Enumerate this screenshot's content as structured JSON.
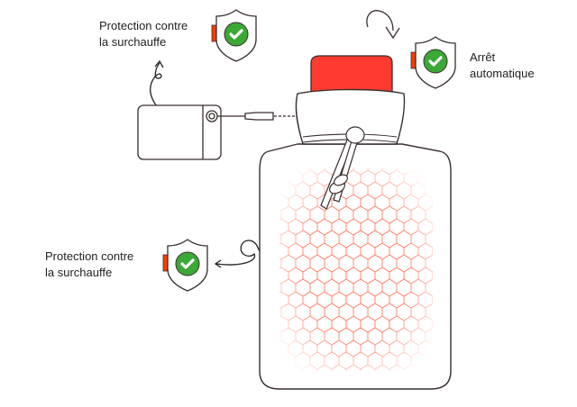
{
  "labels": {
    "overheat_top": [
      "Protection contre",
      "la surchauffe"
    ],
    "auto_off": [
      "Arrêt",
      "automatique"
    ],
    "overheat_left": [
      "Protection contre",
      "la surchauffe"
    ]
  },
  "icons": [
    "shield-check-icon",
    "rotate-arrow-icon",
    "curved-arrow-icon",
    "power-bank",
    "hot-water-bottle"
  ],
  "colors": {
    "accent_red": "#ff3b2f",
    "check_green": "#3aa935",
    "outline": "#3a2e2e",
    "honeycomb": "#ff5a3c"
  }
}
